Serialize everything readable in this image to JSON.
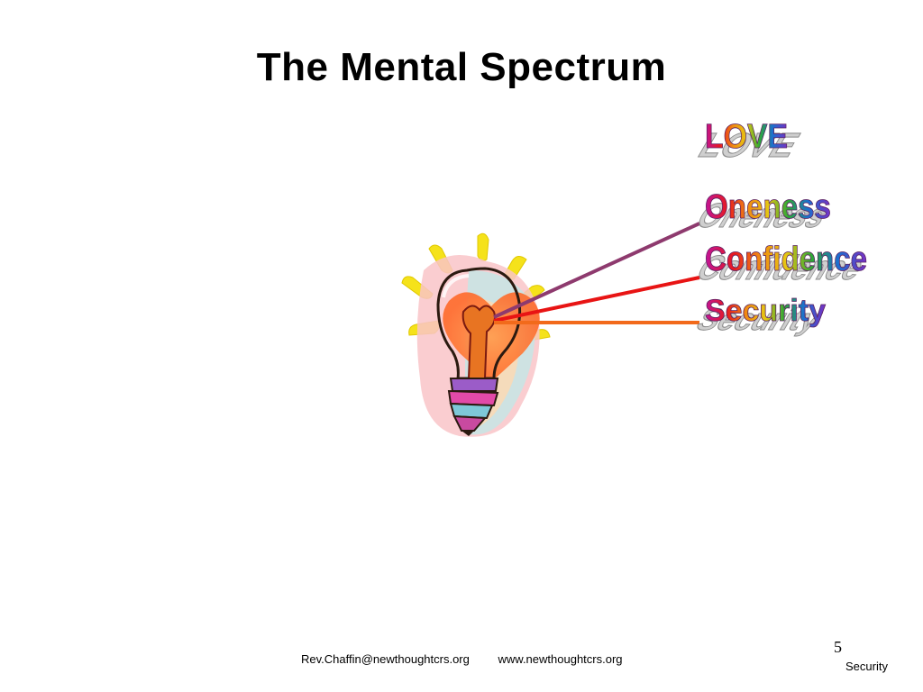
{
  "slide": {
    "title": "The Mental Spectrum",
    "words": [
      "LOVE",
      "Oneness",
      "Confidence",
      "Security"
    ],
    "page_number": "5",
    "section": "Security"
  },
  "footer": {
    "email": "Rev.Chaffin@newthoughtcrs.org",
    "website": "www.newthoughtcrs.org"
  },
  "colors": {
    "ray_oneness": "#8e3a6e",
    "ray_confidence": "#e81414",
    "ray_security": "#f26a1b",
    "rainbow": [
      "#c0149a",
      "#e8191f",
      "#f08a12",
      "#e6c612",
      "#2ea836",
      "#1d6fd0",
      "#7a2fc4"
    ]
  },
  "icons": [
    "lightbulb-icon"
  ]
}
